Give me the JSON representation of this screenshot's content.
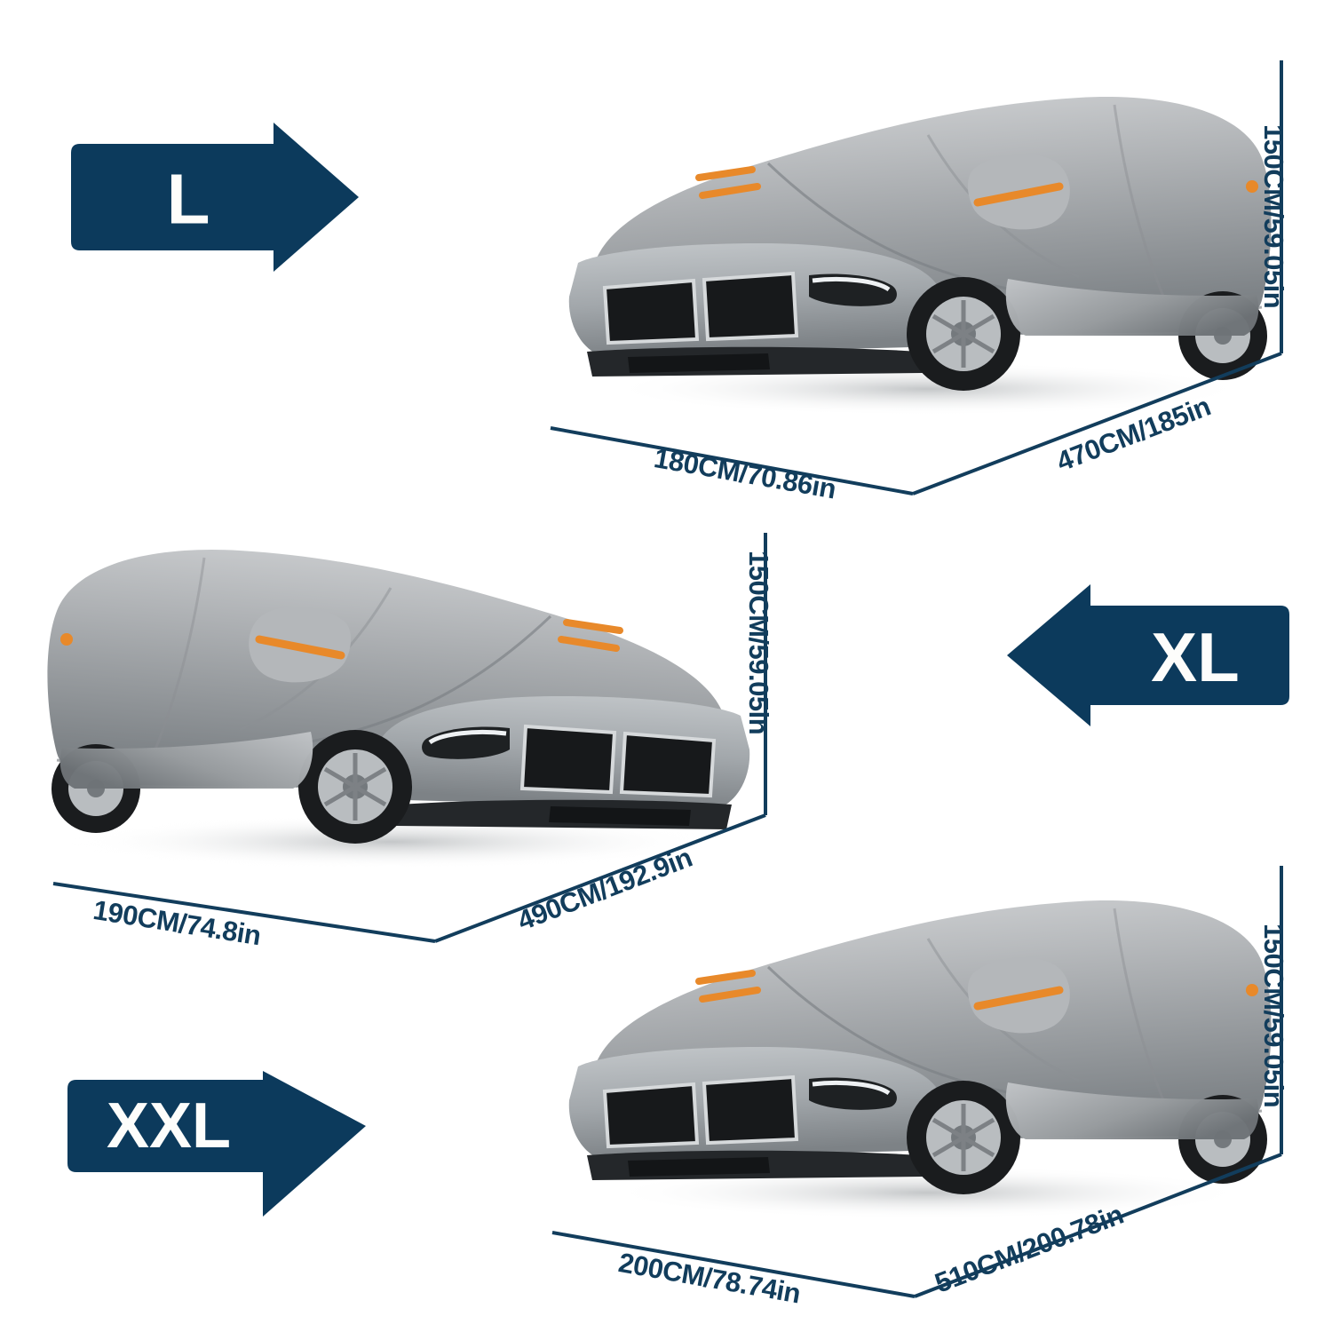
{
  "colors": {
    "navy": "#123d5c",
    "badge_fill": "#0c3a5c",
    "badge_text": "#fdfdfb",
    "background": "#ffffff",
    "cover_light": "#c9cbcd",
    "cover_mid": "#9a9da1",
    "cover_dark": "#6f7478",
    "car_body": "#a9aeb2",
    "car_dark": "#2b2e31",
    "reflector_orange": "#e8892a",
    "wheel_dark": "#1a1c1e"
  },
  "sizes": [
    {
      "id": "L",
      "badge_label": "L",
      "badge_direction": "right",
      "height_label": "150CM/59.05in",
      "width_label": "180CM/70.86in",
      "length_label": "470CM/185in",
      "car_facing": "right",
      "height_cm": 150,
      "height_in": 59.05,
      "width_cm": 180,
      "width_in": 70.86,
      "length_cm": 470,
      "length_in": 185
    },
    {
      "id": "XL",
      "badge_label": "XL",
      "badge_direction": "left",
      "height_label": "150CM/59.05in",
      "width_label": "190CM/74.8in",
      "length_label": "490CM/192.9in",
      "car_facing": "left",
      "height_cm": 150,
      "height_in": 59.05,
      "width_cm": 190,
      "width_in": 74.8,
      "length_cm": 490,
      "length_in": 192.9
    },
    {
      "id": "XXL",
      "badge_label": "XXL",
      "badge_direction": "right",
      "height_label": "150CM/59.05in",
      "width_label": "200CM/78.74in",
      "length_label": "510CM/200.78in",
      "car_facing": "right",
      "height_cm": 150,
      "height_in": 59.05,
      "width_cm": 200,
      "width_in": 78.74,
      "length_cm": 510,
      "length_in": 200.78
    }
  ],
  "icons": {
    "arrow_right": "arrow-right-icon",
    "arrow_left": "arrow-left-icon",
    "car_cover": "car-cover-icon",
    "reflector_strip": "reflective-strip-icon",
    "mirror_pocket": "mirror-pocket-icon"
  }
}
